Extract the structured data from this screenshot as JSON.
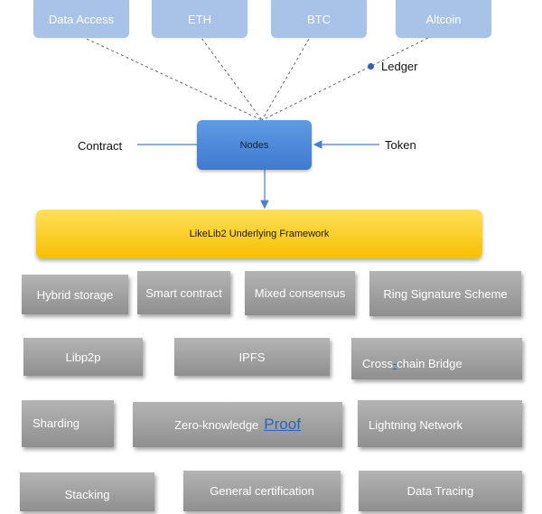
{
  "sources": [
    "Data Access",
    "ETH",
    "BTC",
    "Altcoin"
  ],
  "ledger_label": "Ledger",
  "nodes_label": "Nodes",
  "contract_label": "Contract",
  "token_label": "Token",
  "framework_label": "LikeLib2 Underlying Framework",
  "modules": {
    "hybrid_storage": "Hybrid storage",
    "smart_contract": "Smart contract",
    "mixed_consensus": "Mixed consensus",
    "ring_signature": "Ring Signature Scheme",
    "libp2p": "Libp2p",
    "ipfs": "IPFS",
    "cross_chain_a": "Cross",
    "cross_chain_dash": "-",
    "cross_chain_b": "chain Bridge",
    "sharding": "Sharding",
    "zk_a": "Zero-knowledge",
    "zk_b": "Proof",
    "lightning": "Lightning Network",
    "stacking": "Stacking",
    "general_cert": "General certification",
    "data_tracing": "Data Tracing"
  },
  "colors": {
    "source_box": "#a9c3e8",
    "nodes_box": "#4a88da",
    "framework_box": "#f9c80e",
    "module_box": "#9e9e9e",
    "arrow": "#4a7fcf"
  }
}
